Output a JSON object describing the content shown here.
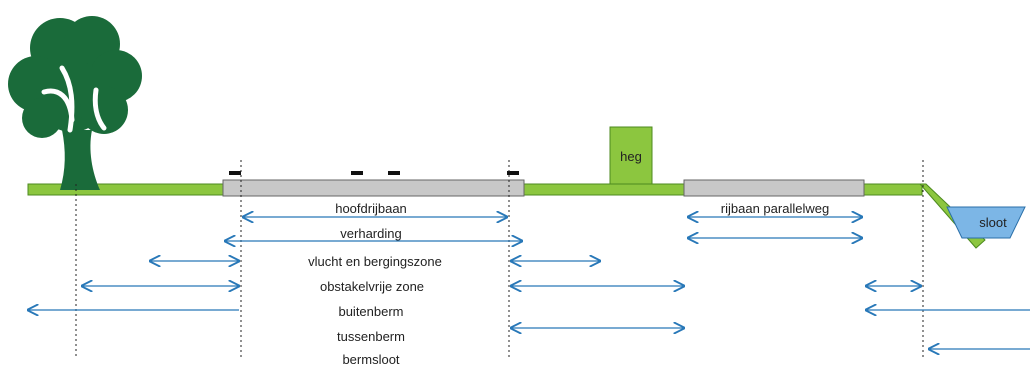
{
  "labels": {
    "hoofdrijbaan": "hoofdrijbaan",
    "verharding": "verharding",
    "vlucht": "vlucht en bergingszone",
    "obstakelvrij": "obstakelvrije zone",
    "buitenberm": "buitenberm",
    "tussenberm": "tussenberm",
    "bermsloot": "bermsloot",
    "heg": "heg",
    "parallelweg": "rijbaan parallelweg",
    "sloot": "sloot"
  },
  "colors": {
    "grass": "#8cc63f",
    "grass_dark": "#4d8a1f",
    "road": "#c8c8c8",
    "road_edge": "#666666",
    "tree": "#1a6b3a",
    "arrow": "#2878b8",
    "water": "#7cb6e6",
    "water_edge": "#2a6fa8"
  },
  "icons": [
    "tree-icon",
    "hedge-icon",
    "ditch-icon"
  ]
}
